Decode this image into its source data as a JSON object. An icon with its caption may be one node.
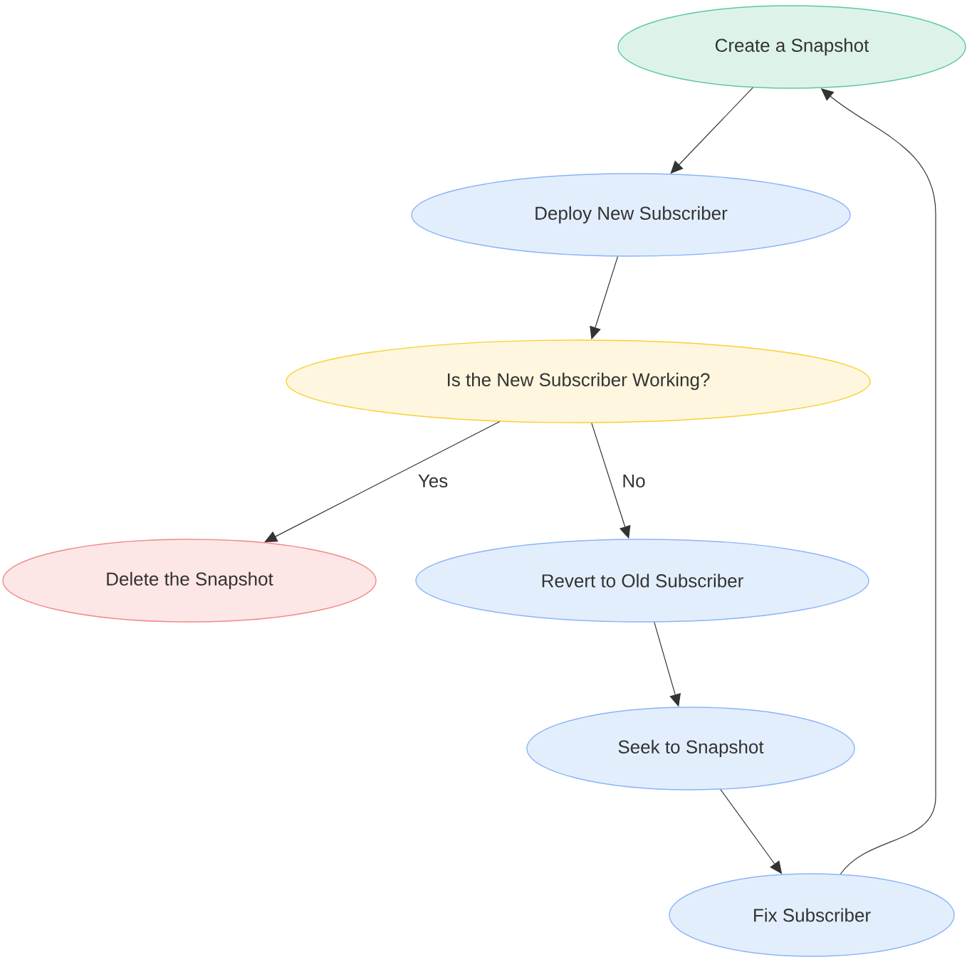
{
  "diagram": {
    "nodes": [
      {
        "text": [
          "Create a Snapshot"
        ]
      },
      {
        "text": [
          "Deploy New Subscriber"
        ]
      },
      {
        "text": [
          "Is the New Subscriber Working?"
        ]
      },
      {
        "text": [
          "Delete the Snapshot"
        ]
      },
      {
        "text": [
          "Revert to Old Subscriber"
        ]
      },
      {
        "text": [
          "Seek to Snapshot"
        ]
      },
      {
        "text": [
          "Fix Subscriber"
        ]
      }
    ],
    "edges": [
      {
        "from": 0,
        "to": 1,
        "arrow": "to"
      },
      {
        "from": 1,
        "to": 2,
        "arrow": "to"
      },
      {
        "from": 2,
        "to": 3,
        "arrow": "to",
        "label": "Yes"
      },
      {
        "from": 2,
        "to": 4,
        "arrow": "to",
        "label": "No"
      },
      {
        "from": 4,
        "to": 5,
        "arrow": "to"
      },
      {
        "from": 5,
        "to": 6,
        "arrow": "to"
      },
      {
        "from": 6,
        "to": 0,
        "arrow": "to"
      }
    ]
  }
}
